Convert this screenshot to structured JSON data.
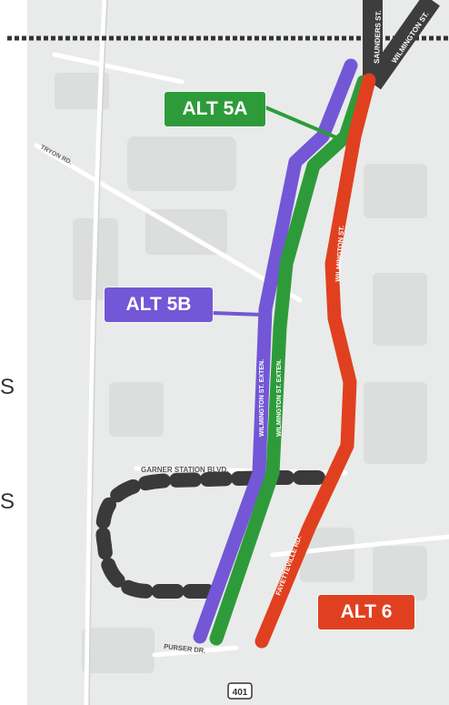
{
  "colors": {
    "alt5a": "#2e9b3a",
    "alt5b": "#7357d6",
    "alt6": "#e0401f",
    "boundary": "#333333",
    "road_label": "#555555"
  },
  "labels": {
    "alt5a": "ALT 5A",
    "alt5b": "ALT 5B",
    "alt6": "ALT 6"
  },
  "roads": {
    "saunders": "SAUNDERS ST.",
    "wilmington_top": "WILMINGTON ST.",
    "tryon": "TRYON RD.",
    "wilmington": "WILMINGTON ST.",
    "wilmington_ext_1": "WILMINGTON ST. EXTEN.",
    "wilmington_ext_2": "WILMINGTON ST. EXTEN.",
    "garner_station": "GARNER STATION BLVD.",
    "fayetteville": "FAYETTEVILLE RD.",
    "purser": "PURSER DR.",
    "route_shield": "401"
  },
  "edge_text": [
    "S",
    "S"
  ]
}
